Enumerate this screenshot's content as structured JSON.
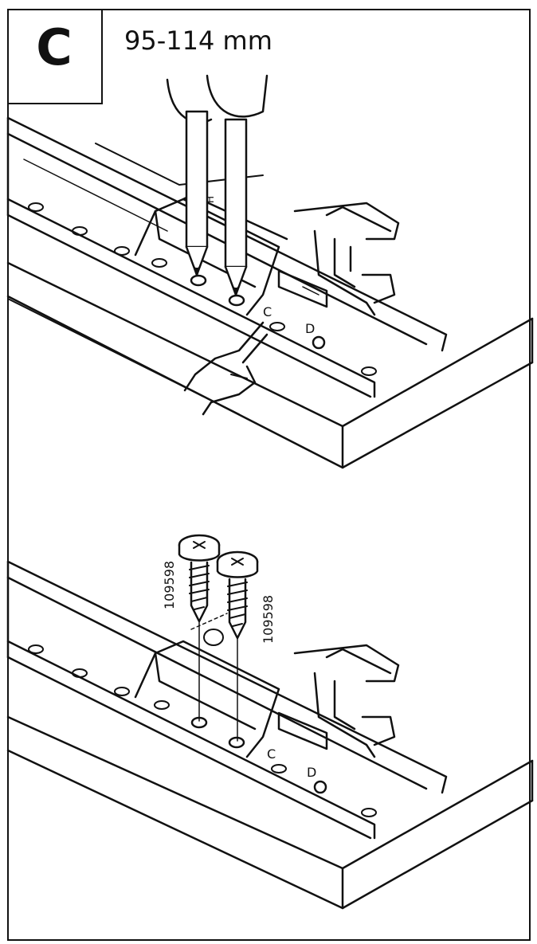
{
  "step": {
    "letter": "C",
    "range": "95-114 mm"
  },
  "top_panel": {
    "pencil_text": "H",
    "hole_labels": {
      "c": "C",
      "d": "D"
    },
    "icons": [
      "pencil-icon",
      "pencil-icon",
      "pointing-hand-icon"
    ]
  },
  "bottom_panel": {
    "screw_left_code": "109598",
    "screw_right_code": "109598",
    "hole_labels": {
      "c": "C",
      "d": "D"
    },
    "icons": [
      "screw-icon",
      "screw-icon"
    ]
  },
  "colors": {
    "line": "#111111",
    "background": "#ffffff"
  }
}
